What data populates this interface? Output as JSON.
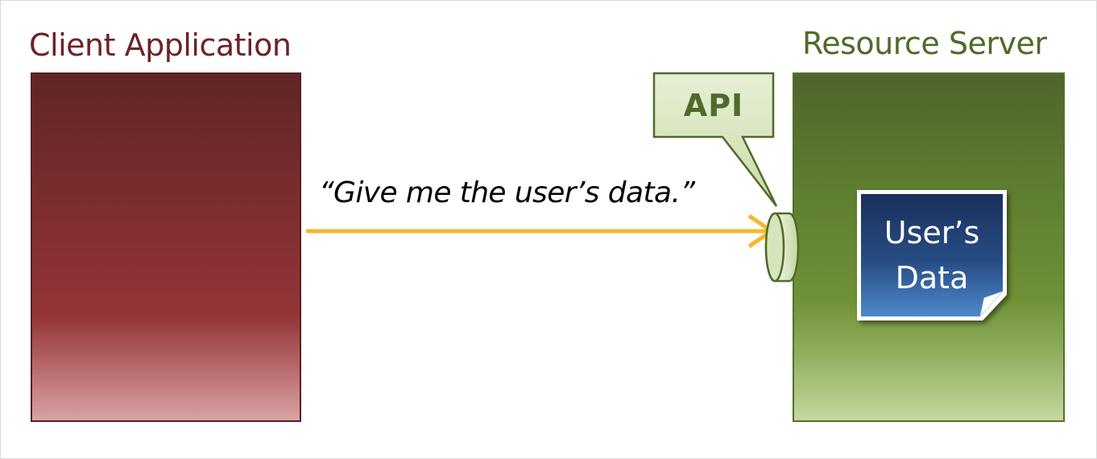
{
  "client": {
    "title": "Client Application"
  },
  "server": {
    "title": "Resource Server"
  },
  "request": {
    "label": "“Give me the user’s data.”"
  },
  "api": {
    "label": "API"
  },
  "data_document": {
    "line1": "User’s",
    "line2": "Data"
  },
  "colors": {
    "client_accent": "#6b2326",
    "server_accent": "#4f6a2a",
    "arrow": "#f5b82e",
    "api_callout_fill": "#d3e3b4",
    "document_fill": "#2b4f84"
  }
}
